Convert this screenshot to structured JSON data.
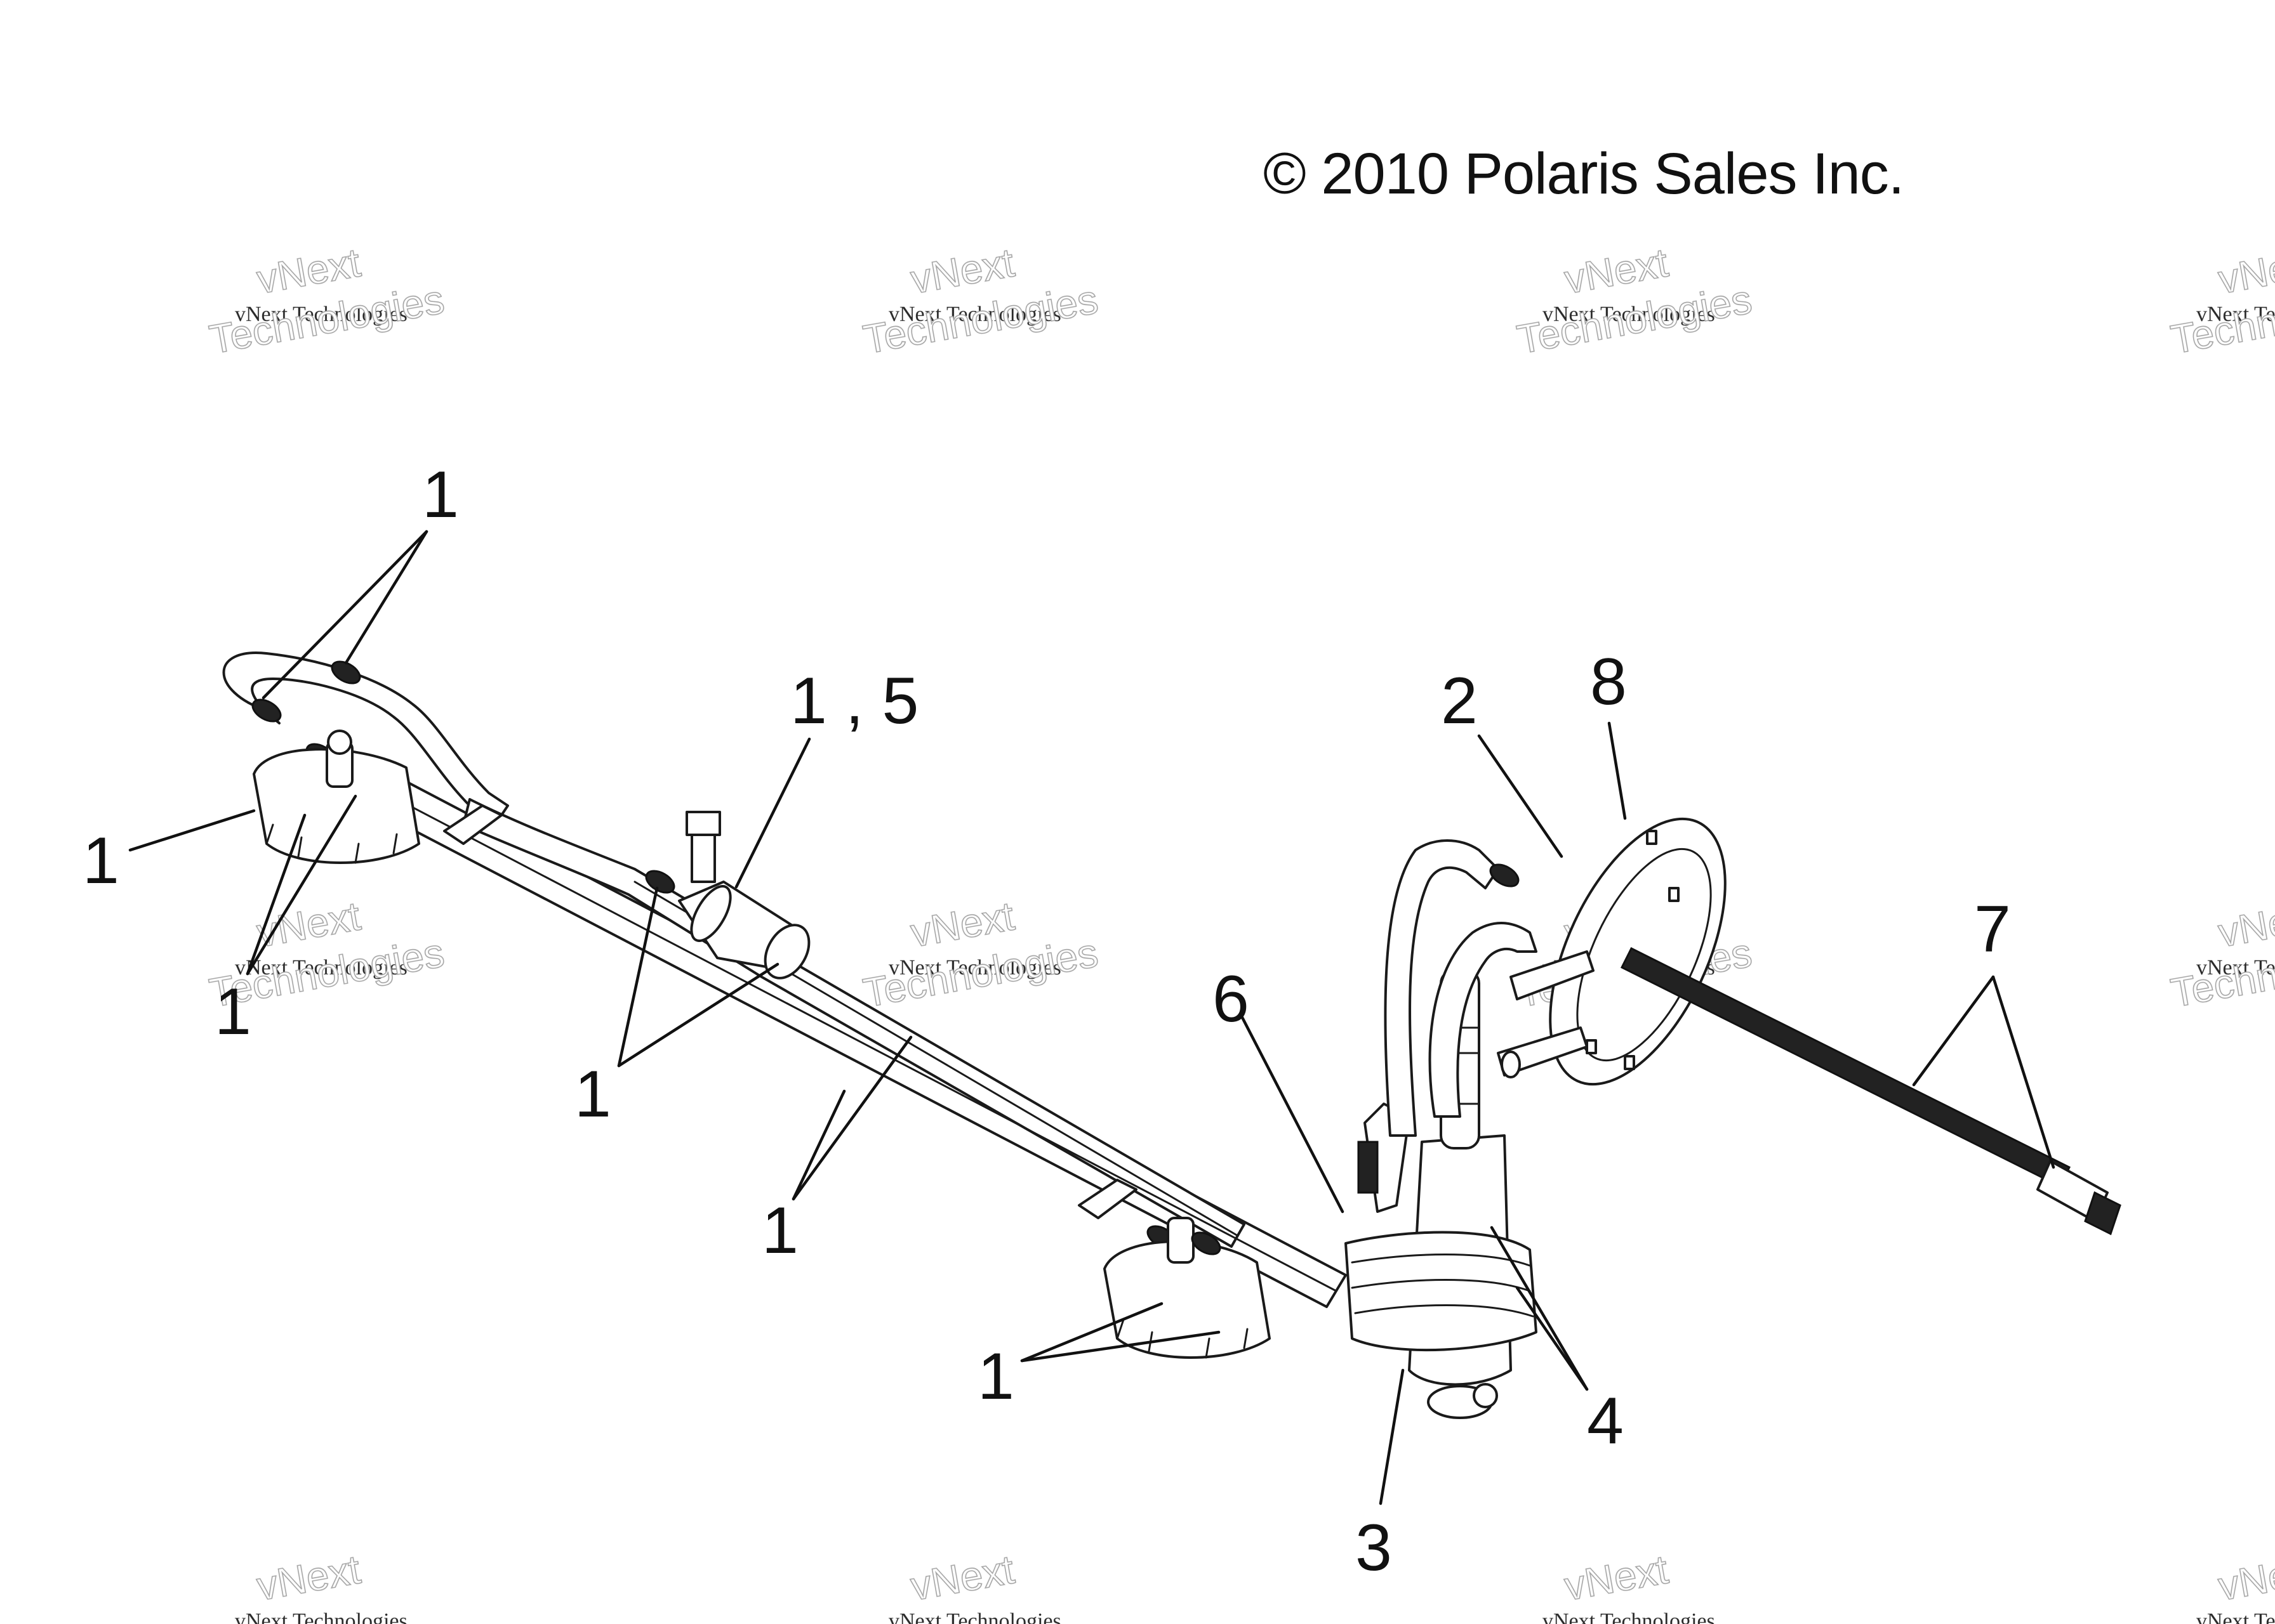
{
  "copyright": "© 2010 Polaris Sales Inc.",
  "watermark": {
    "line1": "vNext Technologies",
    "line2_top": "vNext",
    "line2_bottom": "Technologies"
  },
  "callouts": {
    "c1_top": "1",
    "c1_left": "1",
    "c1_lower_left": "1",
    "c1_5": "1 , 5",
    "c1_mid": "1",
    "c1_mid_lower": "1",
    "c1_bottom": "1",
    "c2": "2",
    "c3": "3",
    "c4": "4",
    "c6": "6",
    "c7": "7",
    "c8": "8"
  }
}
